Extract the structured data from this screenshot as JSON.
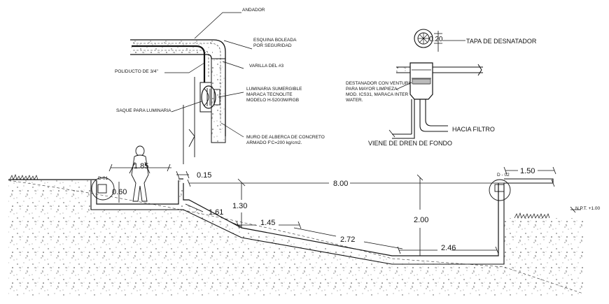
{
  "detail_labels": {
    "andador": "ANDADOR",
    "esquina_1": "ESQUINA BOLEADA",
    "esquina_2": "POR SEGURIDAD",
    "poliducto": "POLIDUCTO DE 3/4\"",
    "varilla": "VARILLA DEL #3",
    "luminaria_1": "LUMINARIA SUMERGIBLE",
    "luminaria_2": "MARACA TECNOLITE",
    "luminaria_3": "MODELO H-520/3W/RGB",
    "saque": "SAQUE PARA LUMINARIA",
    "muro_1": "MURO DE ALBERCA DE CONCRETO",
    "muro_2": "ARMADO F'C=200 kg/cm2."
  },
  "skimmer_labels": {
    "tapa": "TAPA DE DESNATADOR",
    "dim_020": "0.20",
    "desnatador_1": "DESTANADOR CON VENTURI",
    "desnatador_2": "PARA MAYOR LIMPIEZA,",
    "desnatador_3": "MOD. ICS31, MARACA INTER",
    "desnatador_4": "WATER.",
    "hacia_filtro": "HACIA FILTRO",
    "viene_dren": "VIENE DE DREN DE FONDO"
  },
  "section": {
    "tag_d01": "D-01",
    "tag_d02": "D - 02",
    "npt": "N.P.T. +1.00",
    "dims": {
      "person_height": "1.85",
      "wall": "0.15",
      "depth_shallow": "0.60",
      "total_length": "8.00",
      "depth_mid": "1.30",
      "slope_1": "1.61",
      "step": "1.45",
      "slope_2": "2.72",
      "depth_deep": "2.00",
      "bottom": "2.46",
      "deck": "1.50"
    }
  }
}
